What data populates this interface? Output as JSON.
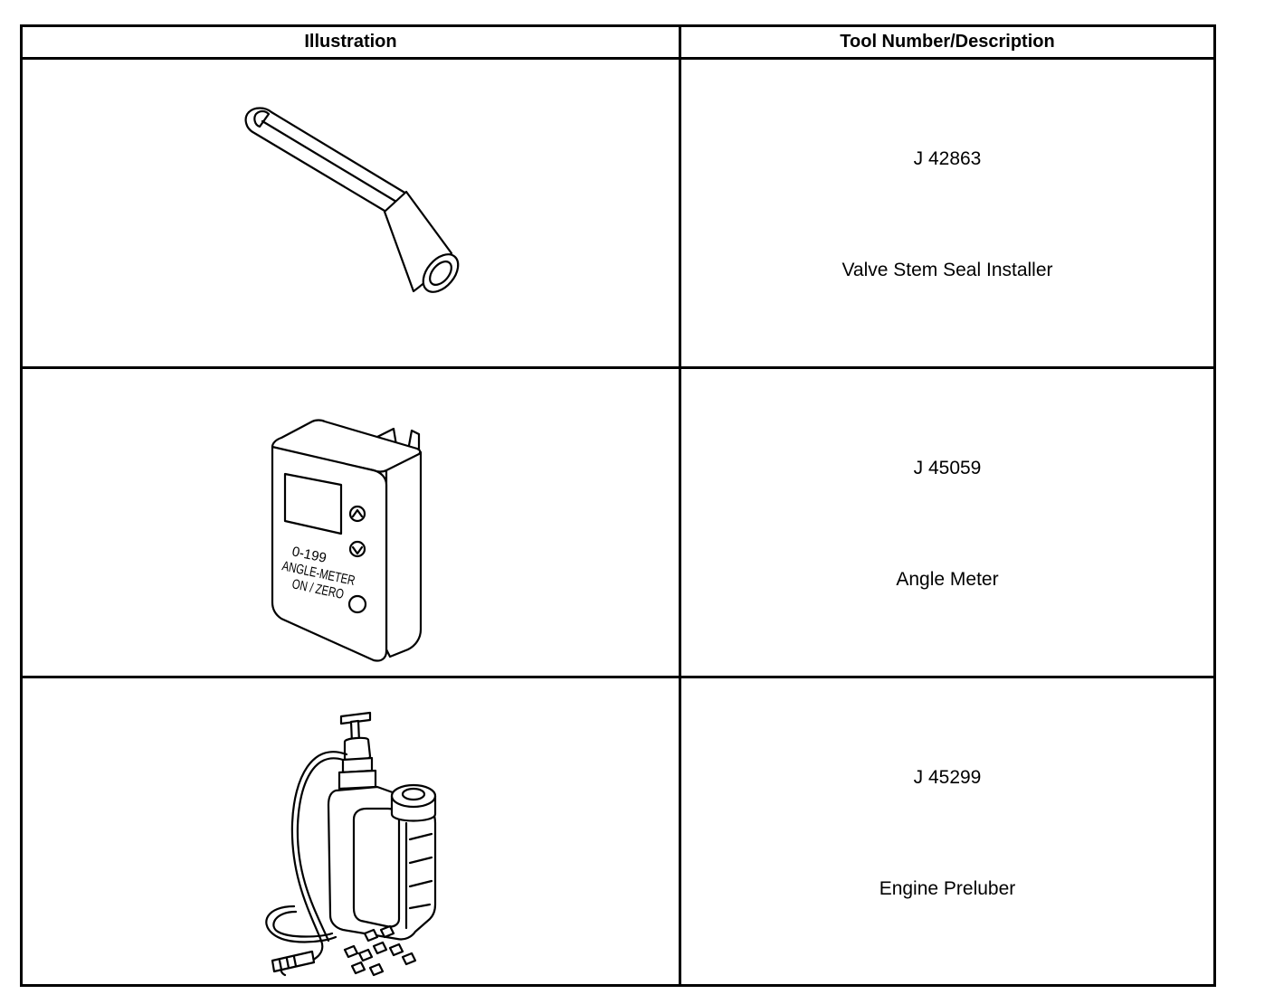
{
  "table": {
    "headers": {
      "illustration": "Illustration",
      "tool": "Tool Number/Description"
    },
    "rows": [
      {
        "number": "J 42863",
        "description": "Valve Stem Seal Installer",
        "icon": "valve-stem-seal-installer-illustration"
      },
      {
        "number": "J 45059",
        "description": "Angle Meter",
        "icon": "angle-meter-illustration",
        "device_labels": {
          "model": "0-199",
          "name": "ANGLE-METER",
          "button": "ON / ZERO"
        }
      },
      {
        "number": "J 45299",
        "description": "Engine Preluber",
        "icon": "engine-preluber-illustration"
      }
    ]
  }
}
